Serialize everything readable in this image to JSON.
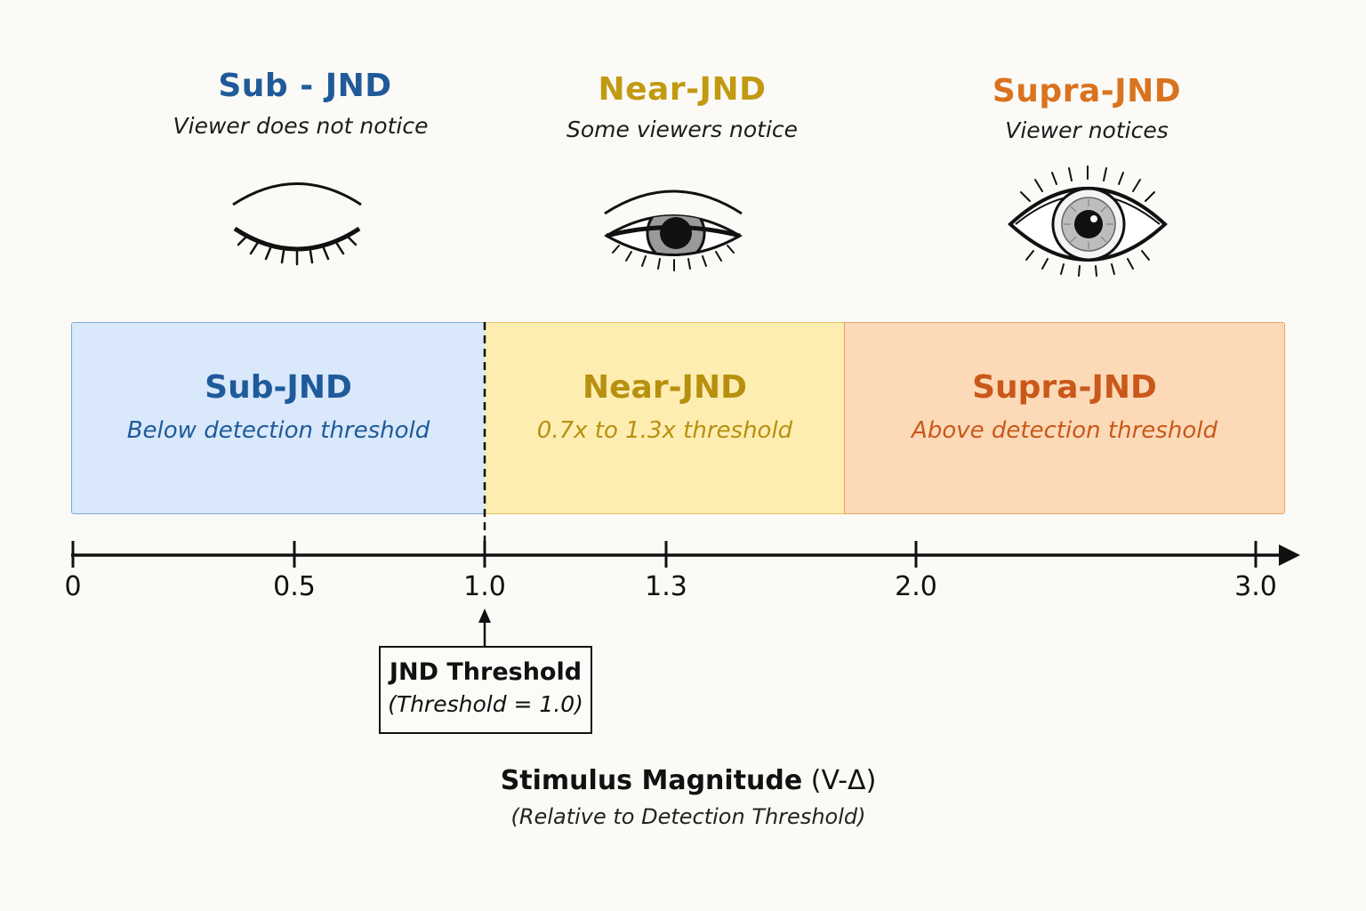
{
  "columns": [
    {
      "title": "Sub - JND",
      "subtitle": "Viewer does not notice",
      "color": "#1f5a9a",
      "icon": "closed-eye-icon"
    },
    {
      "title": "Near-JND",
      "subtitle": "Some viewers notice",
      "color": "#c29a12",
      "icon": "half-open-eye-icon"
    },
    {
      "title": "Supra-JND",
      "subtitle": "Viewer notices",
      "color": "#d9731f",
      "icon": "open-eye-icon"
    }
  ],
  "bands": [
    {
      "title": "Sub-JND",
      "subtitle": "Below detection threshold",
      "color": "#1f5a9a",
      "fill": "#d9e8fa",
      "border": "#7fa8d9"
    },
    {
      "title": "Near-JND",
      "subtitle": "0.7x to 1.3x threshold",
      "color": "#b8900f",
      "fill": "#fdedb0",
      "border": "#e6c55c"
    },
    {
      "title": "Supra-JND",
      "subtitle": "Above detection threshold",
      "color": "#c9581a",
      "fill": "#fcdab8",
      "border": "#eba266"
    }
  ],
  "axis": {
    "ticks": [
      "0",
      "0.5",
      "1.0",
      "1.3",
      "2.0",
      "3.0"
    ],
    "title": "Stimulus Magnitude",
    "title_symbol": "(V-Δ)",
    "subtitle": "(Relative to Detection Threshold)"
  },
  "threshold": {
    "title": "JND Threshold",
    "subtitle": "(Threshold = 1.0)"
  }
}
